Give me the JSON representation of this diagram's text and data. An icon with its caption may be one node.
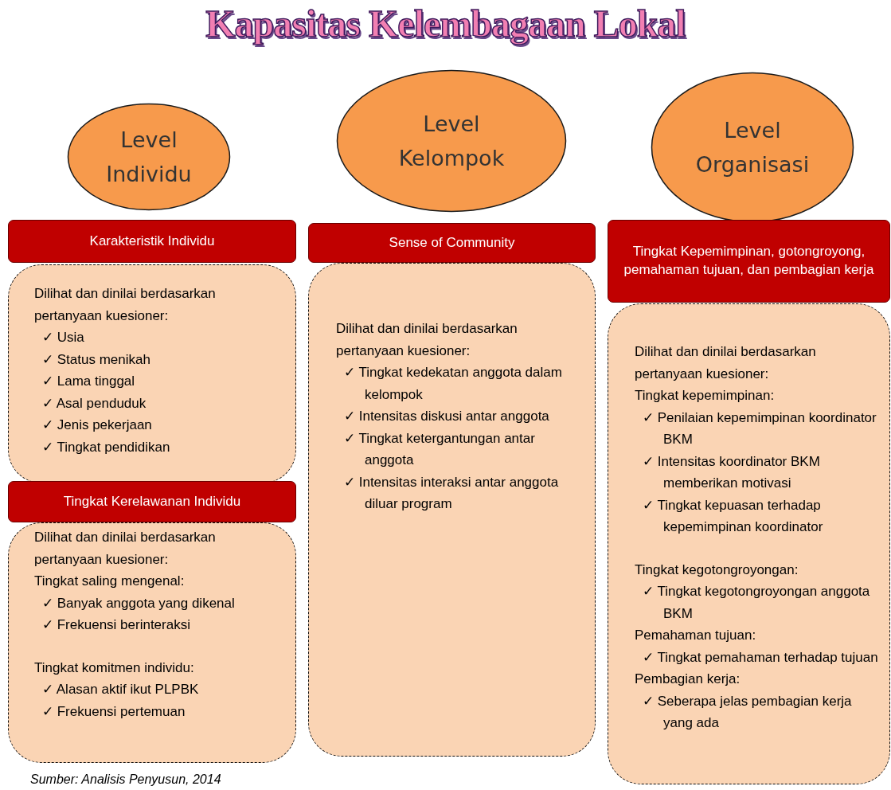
{
  "diagram": {
    "title": "Kapasitas Kelembagaan Lokal",
    "nodes": [
      {
        "text": [
          "Level Individu"
        ]
      },
      {
        "text": [
          "Level Kelompok"
        ]
      },
      {
        "text": [
          "Level Organisasi"
        ]
      },
      {
        "text": [
          "Karakteristik Individu"
        ]
      },
      {
        "text": [
          "Dilihat dan dinilai berdasarkan pertanyaan kuesioner:",
          "✓ Usia",
          "✓ Status menikah",
          "✓ Lama tinggal",
          "✓ Asal penduduk",
          "✓ Jenis pekerjaan",
          "✓ Tingkat pendidikan"
        ]
      },
      {
        "text": [
          "Tingkat Kerelawanan Individu"
        ]
      },
      {
        "text": [
          "Dilihat dan dinilai berdasarkan pertanyaan kuesioner:",
          "Tingkat saling mengenal:",
          "✓ Banyak anggota yang dikenal",
          "✓ Frekuensi berinteraksi",
          "Tingkat komitmen individu:",
          "✓ Alasan aktif ikut PLPBK",
          "✓ Frekuensi pertemuan"
        ]
      },
      {
        "text": [
          "Sense of Community"
        ]
      },
      {
        "text": [
          "Dilihat dan dinilai berdasarkan pertanyaan kuesioner:",
          "✓ Tingkat kedekatan anggota dalam kelompok",
          "✓ Intensitas diskusi antar anggota",
          "✓ Tingkat ketergantungan antar anggota",
          "✓ Intensitas interaksi antar anggota diluar program"
        ]
      },
      {
        "text": [
          "Tingkat Kepemimpinan, gotongroyong, pemahaman tujuan, dan pembagian kerja"
        ]
      },
      {
        "text": [
          "Dilihat dan dinilai berdasarkan pertanyaan kuesioner:",
          "Tingkat kepemimpinan:",
          "✓ Penilaian kepemimpinan koordinator BKM",
          "✓ Intensitas koordinator BKM memberikan motivasi",
          "✓ Tingkat kepuasan terhadap kepemimpinan koordinator",
          "Tingkat kegotongroyongan:",
          "✓ Tingkat kegotongroyongan anggota BKM",
          "Pemahaman tujuan:",
          "✓ Tingkat pemahaman terhadap tujuan",
          "Pembagian kerja:",
          "✓ Seberapa jelas pembagian kerja yang ada"
        ]
      }
    ],
    "caption": "Sumber: Analisis Penyusun, 2014"
  }
}
